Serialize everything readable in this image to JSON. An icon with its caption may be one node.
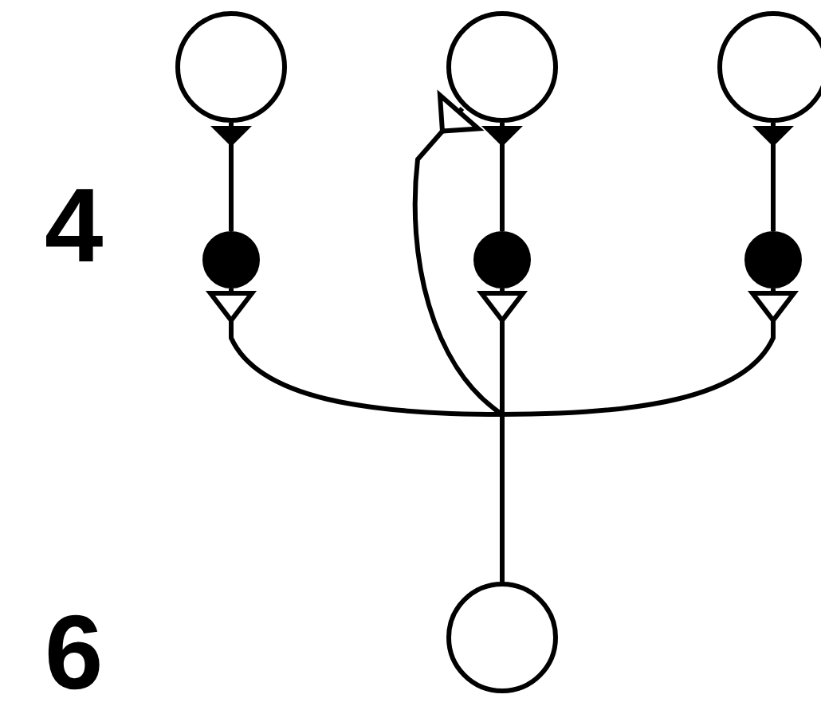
{
  "diagram": {
    "nodes": [
      {
        "text": [],
        "shape": "circle"
      },
      {
        "text": [],
        "shape": "circle"
      },
      {
        "text": [],
        "shape": "circle"
      },
      {
        "text": [],
        "shape": "circle"
      },
      {
        "text": [],
        "shape": "circle"
      },
      {
        "text": [],
        "shape": "circle"
      },
      {
        "text": [],
        "shape": "circle"
      }
    ],
    "edges": [
      {
        "from": 3,
        "to": 0,
        "arrow": "other"
      },
      {
        "from": 4,
        "to": 1,
        "arrow": "other"
      },
      {
        "from": 5,
        "to": 2,
        "arrow": "other"
      },
      {
        "from": 6,
        "to": 3,
        "arrow": "other"
      },
      {
        "from": 6,
        "to": 4,
        "arrow": "other"
      },
      {
        "from": 6,
        "to": 5,
        "arrow": "other"
      },
      {
        "from": 6,
        "to": 1,
        "arrow": "other"
      }
    ],
    "labels": [
      "4",
      "6"
    ]
  }
}
